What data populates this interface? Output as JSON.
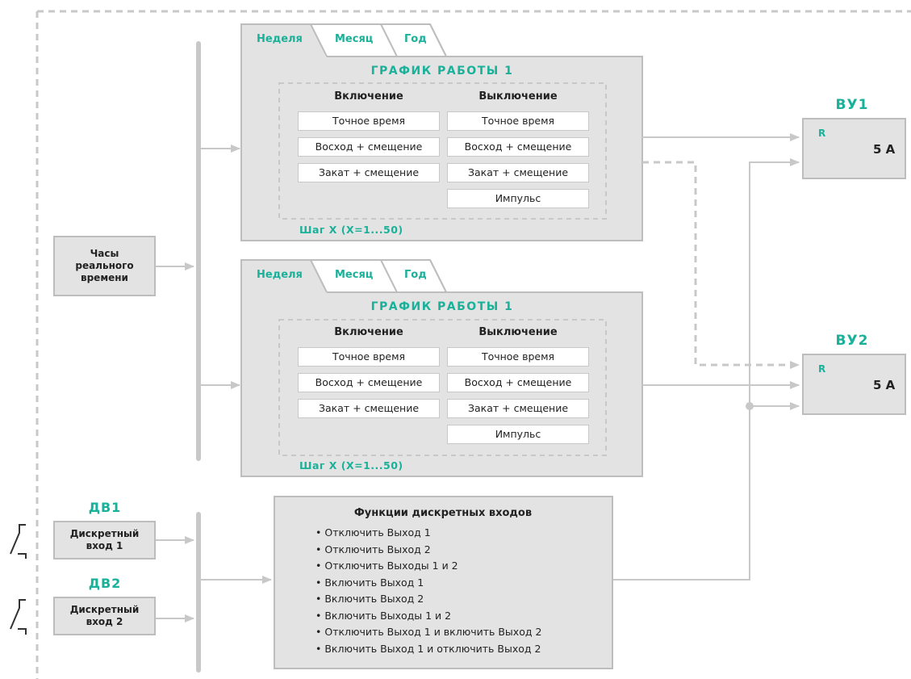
{
  "schedules": [
    {
      "tabs": [
        "Неделя",
        "Месяц",
        "Год"
      ],
      "title": "ГРАФИК РАБОТЫ 1",
      "on_header": "Включение",
      "off_header": "Выключение",
      "on_items": [
        "Точное время",
        "Восход + смещение",
        "Закат + смещение"
      ],
      "off_items": [
        "Точное время",
        "Восход + смещение",
        "Закат + смещение",
        "Импульс"
      ],
      "step": "Шаг X (X=1...50)"
    },
    {
      "tabs": [
        "Неделя",
        "Месяц",
        "Год"
      ],
      "title": "ГРАФИК РАБОТЫ 1",
      "on_header": "Включение",
      "off_header": "Выключение",
      "on_items": [
        "Точное время",
        "Восход + смещение",
        "Закат + смещение"
      ],
      "off_items": [
        "Точное время",
        "Восход + смещение",
        "Закат + смещение",
        "Импульс"
      ],
      "step": "Шаг X (X=1...50)"
    }
  ],
  "clock": {
    "lines": [
      "Часы",
      "реального",
      "времени"
    ]
  },
  "outputs": [
    {
      "label": "ВУ1",
      "r": "R",
      "rating": "5 A"
    },
    {
      "label": "ВУ2",
      "r": "R",
      "rating": "5 A"
    }
  ],
  "inputs": [
    {
      "label": "ДВ1",
      "lines": [
        "Дискретный",
        "вход 1"
      ]
    },
    {
      "label": "ДВ2",
      "lines": [
        "Дискретный",
        "вход 2"
      ]
    }
  ],
  "functions": {
    "title": "Функции дискретных входов",
    "items": [
      "Отключить Выход 1",
      "Отключить Выход 2",
      "Отключить Выходы 1 и 2",
      "Включить Выход 1",
      "Включить Выход 2",
      "Включить Выходы 1 и 2",
      "Отключить Выход 1 и включить Выход 2",
      "Включить Выход 1 и отключить Выход 2"
    ]
  },
  "colors": {
    "accent": "#19b199",
    "line": "#c8c8c8",
    "box": "#e3e3e3",
    "border": "#bdbdbd"
  }
}
